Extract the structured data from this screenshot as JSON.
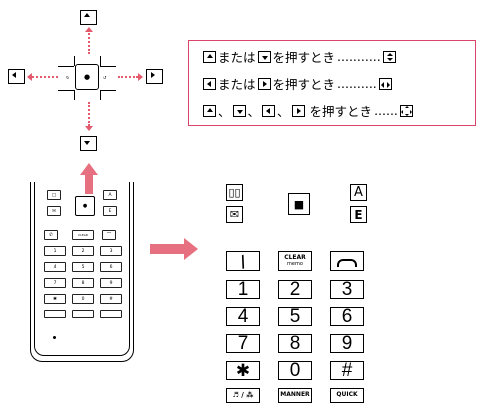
{
  "legend": {
    "row1": {
      "sep": "または",
      "text": "を押すとき",
      "dots": "..........."
    },
    "row2": {
      "sep": "または",
      "text": "を押すとき",
      "dots": ".........."
    },
    "row3": {
      "sep": "、",
      "text": "を押すとき",
      "dots": "......"
    }
  },
  "dpad": {
    "center_dot": "●"
  },
  "keypad": {
    "phonebook_icon": "phonebook-icon",
    "mail_icon": "mail-icon",
    "center_key": "■",
    "a_key": "A",
    "e_key": "E",
    "clear_label": "CLEAR",
    "clear_sub": "memo",
    "digits": [
      "1",
      "2",
      "3",
      "4",
      "5",
      "6",
      "7",
      "8",
      "9"
    ],
    "star": "✱",
    "zero": "0",
    "hash": "#",
    "music_label": "♬ / ⁂",
    "manner_label": "MANNER",
    "quick_label": "QUICK"
  },
  "colors": {
    "accent": "#e35a6e",
    "arrow": "#e77080",
    "border": "#d9456b"
  }
}
